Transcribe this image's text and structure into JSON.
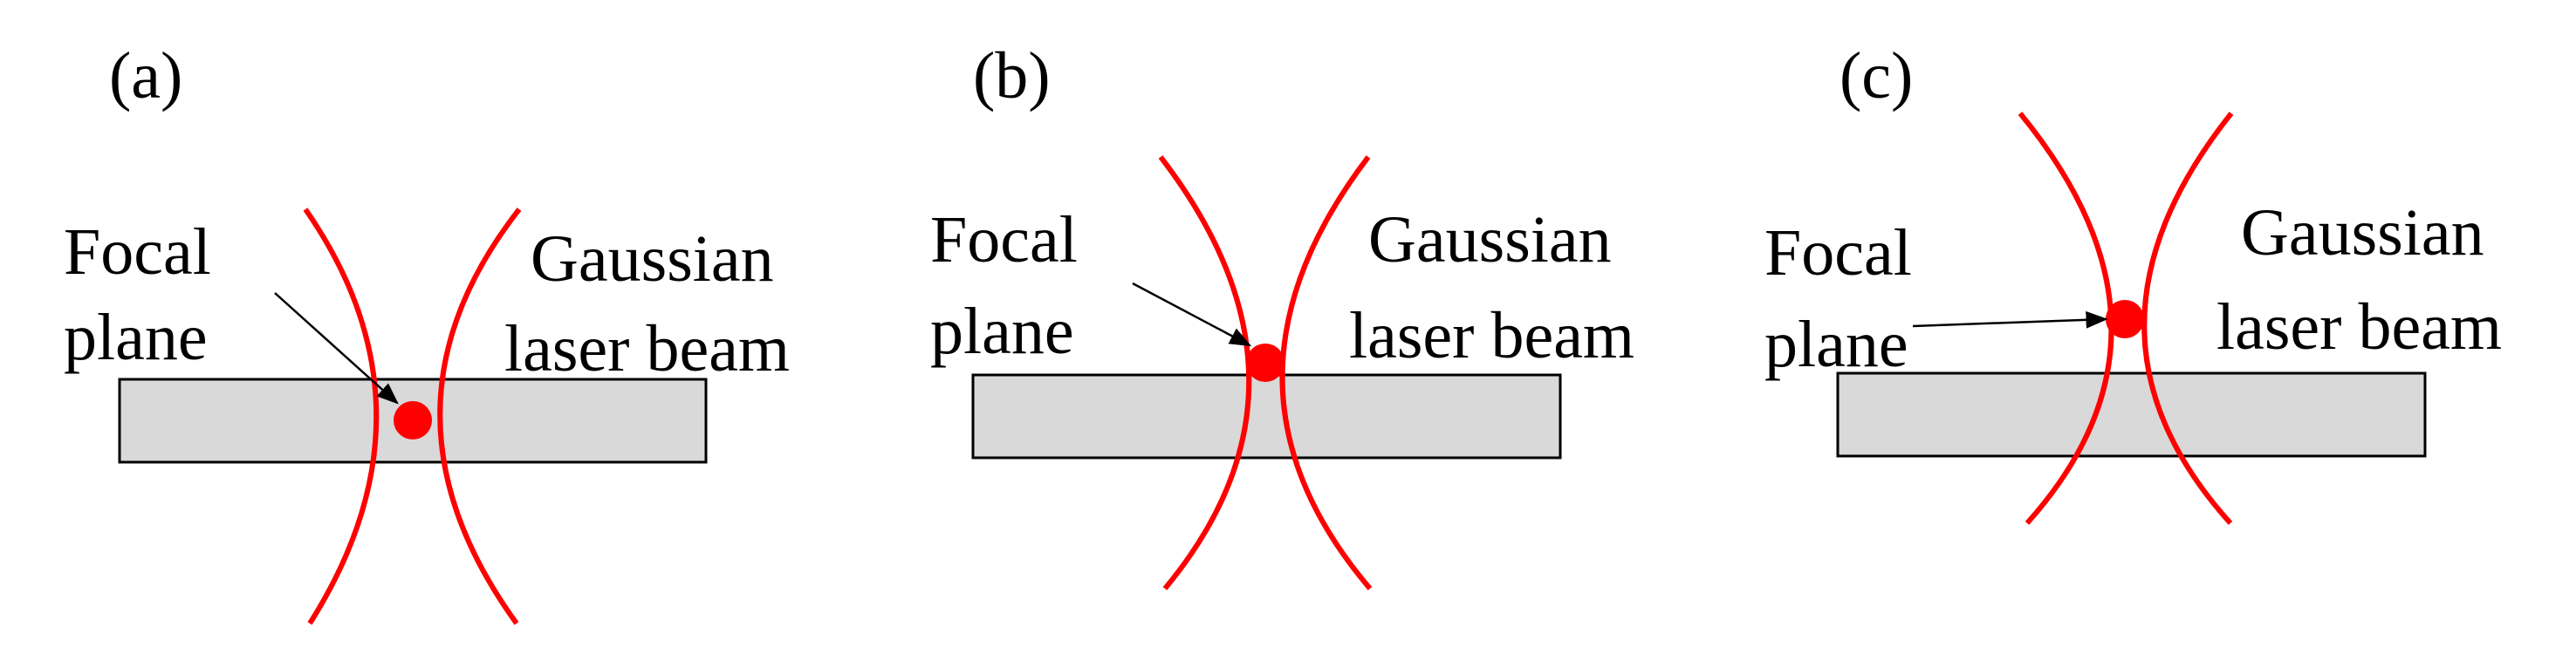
{
  "colors": {
    "beam": "#ff0000",
    "focal_point": "#ff0000",
    "sample_fill": "#d9d9d9",
    "sample_stroke": "#000000",
    "text": "#000000"
  },
  "panels": [
    {
      "label": "(a)",
      "focal_label": [
        "Focal",
        "plane"
      ],
      "beam_label": [
        "Gaussian",
        "laser beam"
      ]
    },
    {
      "label": "(b)",
      "focal_label": [
        "Focal",
        "plane"
      ],
      "beam_label": [
        "Gaussian",
        "laser beam"
      ]
    },
    {
      "label": "(c)",
      "focal_label": [
        "Focal",
        "plane"
      ],
      "beam_label": [
        "Gaussian",
        "laser beam"
      ]
    }
  ]
}
